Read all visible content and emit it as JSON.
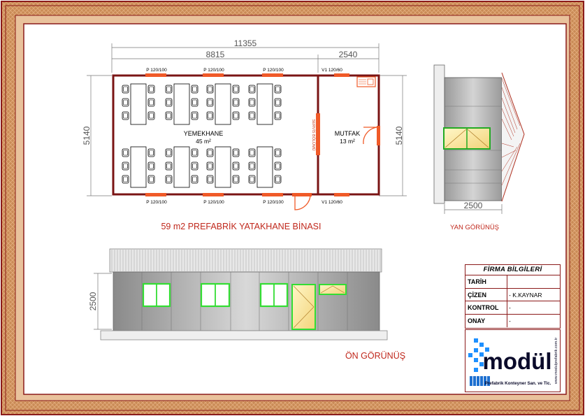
{
  "drawing": {
    "title": "59 m2 PREFABRİK YATAKHANE BİNASI",
    "side_view_title": "YAN GÖRÜNÜŞ",
    "front_view_title": "ÖN GÖRÜNÜŞ"
  },
  "dimensions": {
    "overall_length": "11355",
    "dining_length": "8815",
    "kitchen_length": "2540",
    "plan_depth_left": "5140",
    "plan_depth_right": "5140",
    "side_width": "2500",
    "front_height": "2500"
  },
  "rooms": {
    "dining": {
      "name": "YEMEKHANE",
      "area": "45 m²"
    },
    "kitchen": {
      "name": "MUTFAK",
      "area": "13 m²"
    },
    "serving": "SERVİS BÖLÜMÜ"
  },
  "window_labels": {
    "top_1": "P 120/100",
    "top_2": "P 120/100",
    "top_3": "P 120/100",
    "top_kitchen": "V1 120/60",
    "bottom_1": "P 120/100",
    "bottom_2": "P 120/100",
    "bottom_3": "P 120/100",
    "bottom_kitchen": "V1 120/60"
  },
  "title_block": {
    "heading": "FİRMA BİLGİLERİ",
    "rows": [
      {
        "key": "TARİH",
        "value": ""
      },
      {
        "key": "ÇİZEN",
        "value": "- K.KAYNAR"
      },
      {
        "key": "KONTROL",
        "value": "-"
      },
      {
        "key": "ONAY",
        "value": "-"
      }
    ]
  },
  "logo": {
    "name": "modül",
    "tagline": "Prefabrik Konteyner San. ve Tic.",
    "website": "www.modulprefabrik.com.tr"
  },
  "colors": {
    "frame": "#8b1a1a",
    "accent_orange": "#f05a28",
    "window_green": "#33dd33"
  }
}
